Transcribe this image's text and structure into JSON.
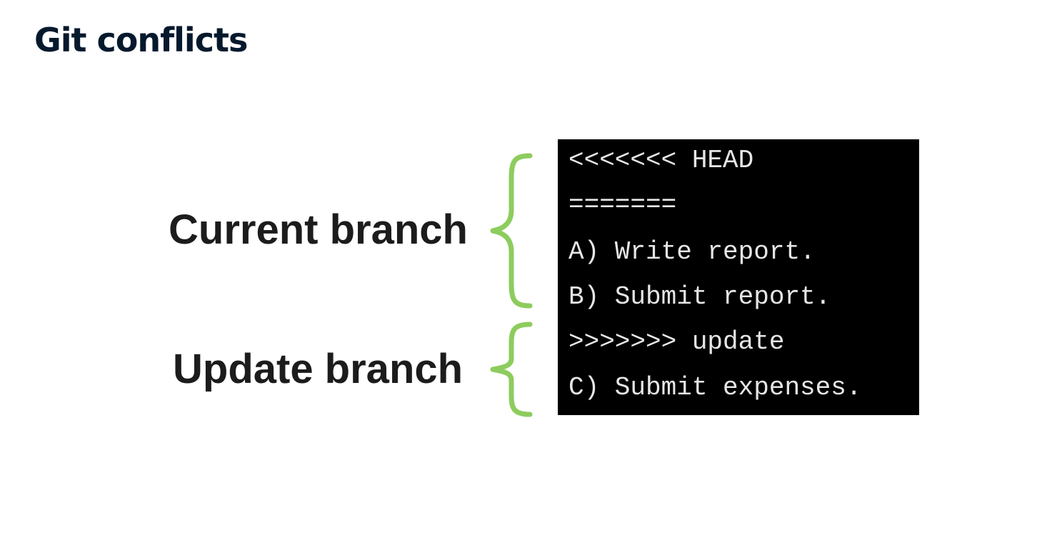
{
  "title": "Git conflicts",
  "labels": {
    "current_branch": "Current branch",
    "update_branch": "Update branch"
  },
  "terminal": {
    "lines": [
      "<<<<<<< HEAD",
      "=======",
      "A) Write report.",
      "B) Submit report.",
      ">>>>>>> update",
      "C) Submit expenses."
    ]
  },
  "colors": {
    "title": "#05192d",
    "brace": "#8dcc5e",
    "terminal_background": "#000000",
    "terminal_text": "#e6e6e6"
  },
  "icons": {
    "current_brace": "curly-brace-icon",
    "update_brace": "curly-brace-icon"
  }
}
